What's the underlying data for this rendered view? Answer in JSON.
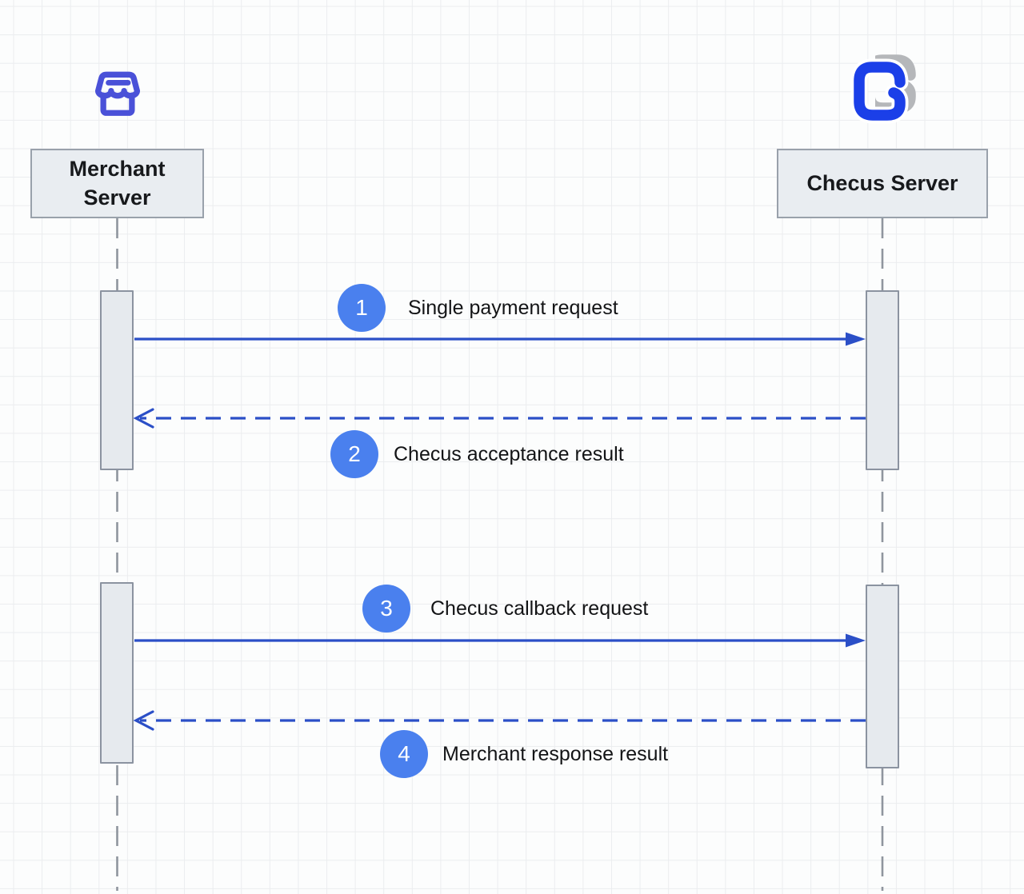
{
  "diagram": {
    "type": "sequence-diagram",
    "actors": [
      {
        "label": "Merchant Server",
        "icon": "storefront-icon"
      },
      {
        "label": "Checus Server",
        "icon": "checus-logo-icon"
      }
    ],
    "messages": [
      {
        "num": "1",
        "label": "Single payment request",
        "from": "Merchant Server",
        "to": "Checus Server",
        "line_style": "solid"
      },
      {
        "num": "2",
        "label": "Checus acceptance result",
        "from": "Checus Server",
        "to": "Merchant Server",
        "line_style": "dashed"
      },
      {
        "num": "3",
        "label": "Checus callback request",
        "from": "Merchant Server",
        "to": "Checus Server",
        "line_style": "solid"
      },
      {
        "num": "4",
        "label": "Merchant response result",
        "from": "Checus Server",
        "to": "Merchant Server",
        "line_style": "dashed"
      }
    ],
    "colors": {
      "message_arrow": "#2b4fc7",
      "number_badge": "#4a80ee",
      "actor_box_fill": "#e9edf1",
      "actor_box_border": "#99a1ab",
      "activation_fill": "#e6eaee",
      "activation_border": "#8b93a0",
      "lifeline": "#8f959e",
      "merchant_icon": "#4a51d8",
      "checus_logo_blue": "#1b3fe8",
      "checus_logo_gray": "#b5b7ba"
    }
  }
}
